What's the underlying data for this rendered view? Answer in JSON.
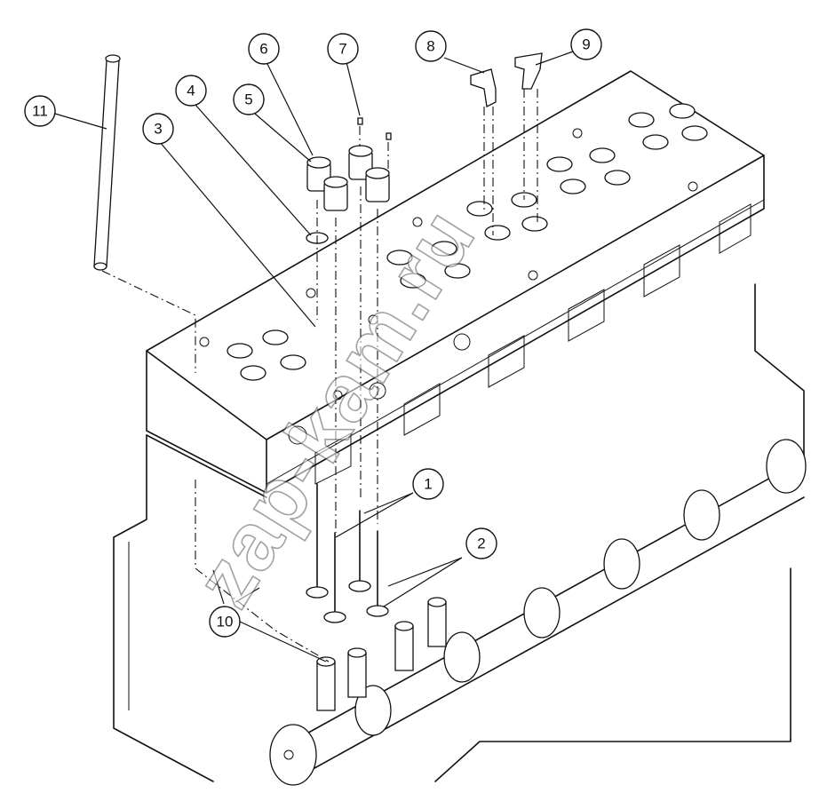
{
  "watermark": "zap-kam.ru",
  "callouts": [
    {
      "id": "1",
      "label": "1"
    },
    {
      "id": "2",
      "label": "2"
    },
    {
      "id": "3",
      "label": "3"
    },
    {
      "id": "4",
      "label": "4"
    },
    {
      "id": "5",
      "label": "5"
    },
    {
      "id": "6",
      "label": "6"
    },
    {
      "id": "7",
      "label": "7"
    },
    {
      "id": "8",
      "label": "8"
    },
    {
      "id": "9",
      "label": "9"
    },
    {
      "id": "10",
      "label": "10"
    },
    {
      "id": "11",
      "label": "11"
    }
  ]
}
